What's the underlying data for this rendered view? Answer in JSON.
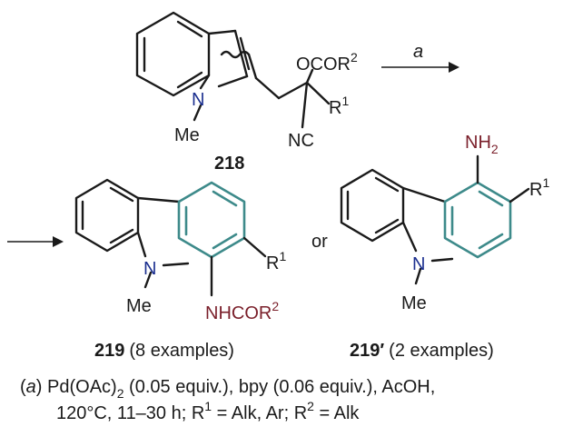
{
  "reactant": {
    "N_label": "N",
    "methyl": "Me",
    "ester_O": "OCOR",
    "ester_sup": "2",
    "r1": "R",
    "r1_sup": "1",
    "nitrile": "NC",
    "compound_id": "218"
  },
  "arrow": {
    "condition_label": "a"
  },
  "conjunction": "or",
  "product_219": {
    "N_label": "N",
    "methyl": "Me",
    "r1": "R",
    "r1_sup": "1",
    "amide": "NHCOR",
    "amide_sup": "2",
    "compound_id": "219",
    "examples": "(8 examples)"
  },
  "product_219p": {
    "N_label": "N",
    "methyl": "Me",
    "amine": "NH",
    "amine_sub": "2",
    "r1": "R",
    "r1_sup": "1",
    "compound_id": "219′",
    "examples": "(2 examples)"
  },
  "footnote": {
    "line1_a": "(",
    "line1_a_ital": "a",
    "line1_b": ") Pd(OAc)",
    "line1_sub": "2",
    "line1_c": " (0.05 equiv.), bpy (0.06 equiv.), AcOH,",
    "line2_a": "120°C, 11–30 h; R",
    "line2_sup1": "1",
    "line2_b": " = Alk, Ar; R",
    "line2_sup2": "2",
    "line2_c": " = Alk"
  }
}
